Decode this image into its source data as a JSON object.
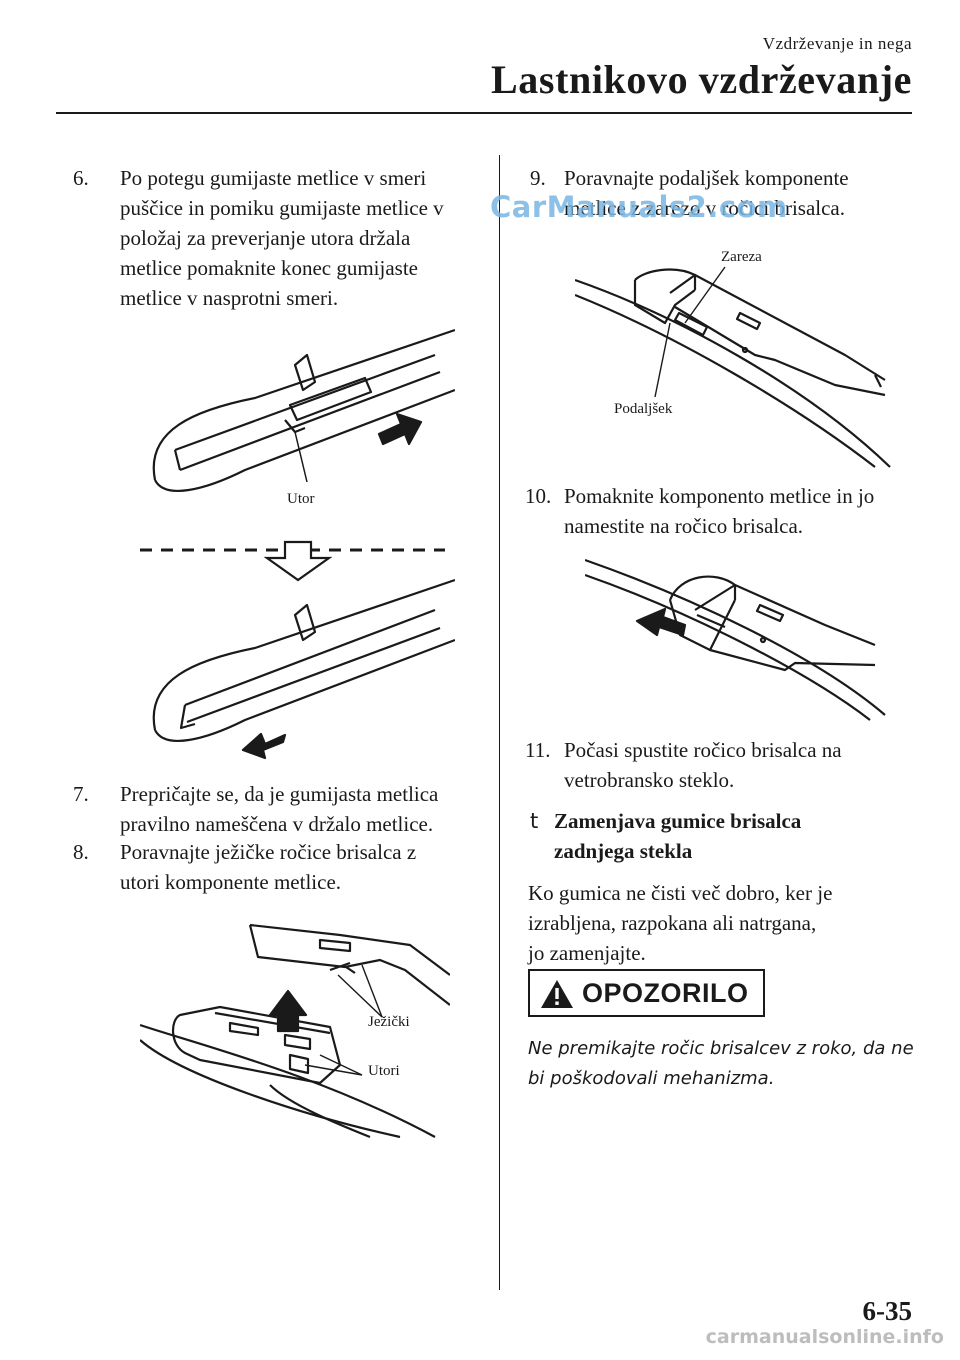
{
  "header": {
    "section": "Vzdrževanje in nega",
    "title": "Lastnikovo vzdrževanje"
  },
  "steps": [
    {
      "num": "6.",
      "lines": [
        "Po potegu gumijaste metlice v smeri",
        "puščice in pomiku gumijaste metlice v",
        "položaj za preverjanje utora držala",
        "metlice pomaknite konec gumijaste",
        "metlice v nasprotni smeri."
      ]
    },
    {
      "num": "7.",
      "lines": [
        "Prepričajte se, da je gumijasta metlica",
        "pravilno nameščena v držalo metlice."
      ]
    },
    {
      "num": "8.",
      "lines": [
        "Poravnajte ježičke ročice brisalca z",
        "utori komponente metlice."
      ]
    },
    {
      "num": "9.",
      "lines": [
        "Poravnajte podaljšek komponente",
        "metlice z zarezo v ročici brisalca."
      ]
    },
    {
      "num": "10.",
      "lines": [
        "Pomaknite komponento metlice in jo",
        "namestite na ročico brisalca."
      ]
    },
    {
      "num": "11.",
      "lines": [
        "Počasi spustite ročico brisalca na",
        "vetrobransko steklo."
      ]
    }
  ],
  "figure_labels": {
    "utor": "Utor",
    "jezicki": "Ježički",
    "utori": "Utori",
    "zareza": "Zareza",
    "podaljsek": "Podaljšek"
  },
  "rear_section": {
    "marker": "t",
    "title_lines": [
      "Zamenjava gumice brisalca",
      "zadnjega stekla"
    ],
    "body_lines": [
      "Ko gumica ne čisti več dobro, ker je",
      "izrabljena, razpokana ali natrgana,",
      "jo zamenjajte."
    ]
  },
  "warning": {
    "label": "OPOZORILO",
    "note_lines": [
      "Ne premikajte ročic brisalcev z roko, da ne",
      "bi poškodovali mehanizma."
    ]
  },
  "page_number": "6-35",
  "watermark": "CarManuals2.com",
  "footer_site": "carmanualsonline.info"
}
